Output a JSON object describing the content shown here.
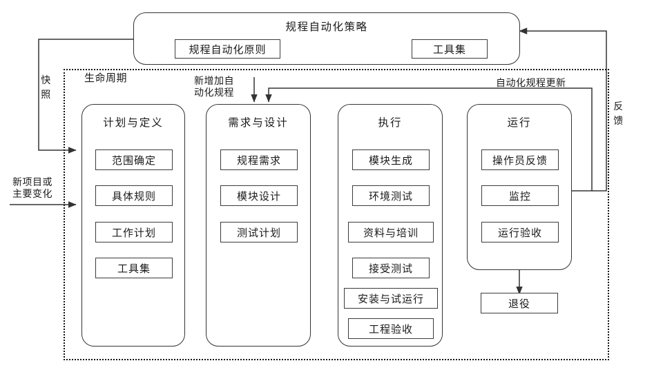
{
  "diagram": {
    "title_strategy": "规程自动化策略",
    "strategy_items": [
      {
        "label": "规程自动化原则"
      },
      {
        "label": "工具集"
      }
    ],
    "lifecycle_label": "生命周期",
    "edge_labels": {
      "snapshot": "快照",
      "new_project": "新项目或\n主要变化",
      "new_project_line1": "新项目或",
      "new_project_line2": "主要变化",
      "new_automation_line1": "新增加自",
      "new_automation_line2": "动化规程",
      "automation_update": "自动化规程更新",
      "feedback": "反馈"
    },
    "columns": [
      {
        "title": "计划与定义",
        "items": [
          "范围确定",
          "具体规则",
          "工作计划",
          "工具集"
        ]
      },
      {
        "title": "需求与设计",
        "items": [
          "规程需求",
          "模块设计",
          "测试计划"
        ]
      },
      {
        "title": "执行",
        "items": [
          "模块生成",
          "环境测试",
          "资料与培训",
          "接受测试",
          "安装与试运行",
          "工程验收"
        ]
      },
      {
        "title": "运行",
        "items": [
          "操作员反馈",
          "监控",
          "运行验收"
        ]
      }
    ],
    "retirement": "退役",
    "colors": {
      "stroke": "#333333",
      "box_stroke": "#3a3a3a",
      "dotted": "#111111",
      "background": "#ffffff",
      "text": "#1a1a1a"
    }
  }
}
